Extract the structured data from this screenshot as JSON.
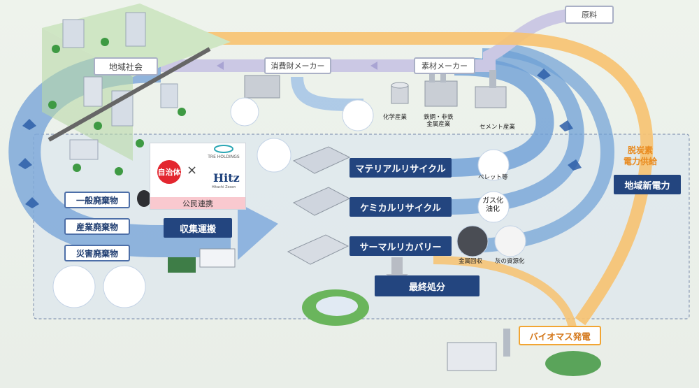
{
  "nodes": {
    "genryo": "原料",
    "sozai_maker": "素材メーカー",
    "shohizai_maker": "消費財メーカー",
    "chiiki_shakai": "地域社会",
    "material_recycle": "マテリアルリサイクル",
    "chemical_recycle": "ケミカルリサイクル",
    "thermal_recovery": "サーマルリカバリー",
    "final_disposal": "最終処分",
    "collection": "収集運搬",
    "regional_power": "地域新電力",
    "biomass": "バイオマス発電"
  },
  "waste_types": [
    "一般廃棄物",
    "産業廃棄物",
    "災害廃棄物"
  ],
  "industries": {
    "chemical": "化学産業",
    "steel": "鉄鋼・非鉄\n金属産業",
    "cement": "セメント産業"
  },
  "products": {
    "pellet": "ペレット等",
    "gas_oil": "ガス化\n油化",
    "metal_recovery": "金属回収",
    "ash_resource": "灰の資源化"
  },
  "decarbon_label": "脱炭素\n電力供給",
  "partner": {
    "jichitai": "自治体",
    "times": "×",
    "tre": "TRE HOLDINGS",
    "hitz": "Hitz",
    "hitz_sub": "Hitachi Zosen",
    "koumin": "公民連携"
  },
  "colors": {
    "flow_blue": "#4f86c6",
    "flow_light": "#b7cde8",
    "flow_lavender": "#cbc8e4",
    "flow_orange": "#f5b54a",
    "navy": "#23457f"
  }
}
